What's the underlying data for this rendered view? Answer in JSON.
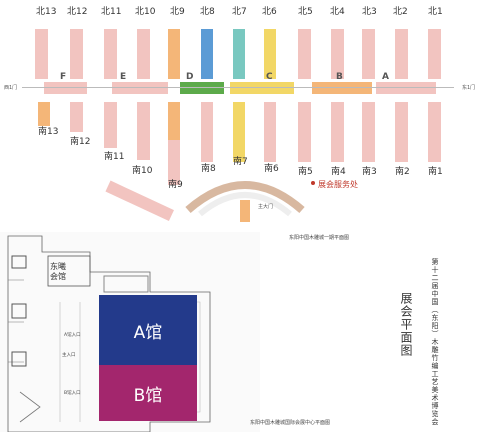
{
  "north_labels": [
    "北13",
    "北12",
    "北11",
    "北10",
    "北9",
    "北8",
    "北7",
    "北6",
    "北5",
    "北4",
    "北3",
    "北2",
    "北1"
  ],
  "south_labels": [
    "南13",
    "南12",
    "南11",
    "南10",
    "南9",
    "南8",
    "南7",
    "南6",
    "南5",
    "南4",
    "南3",
    "南2",
    "南1"
  ],
  "hall_letters": [
    "F",
    "E",
    "D",
    "C",
    "B",
    "A"
  ],
  "west_gate": "西1门",
  "east_gate": "东1门",
  "service_label": "展会服务处",
  "main_gate": "主大门",
  "upper_caption": "东阳中国木雕城一期平面图",
  "lower_caption": "东阳中国木雕城国际会展中心平面图",
  "side_title_small": "第十二届中国（东阳）木雕竹编工艺美术博览会",
  "side_title_big": "展会平面图",
  "building_label": "东曦会馆",
  "hall_a": "A馆",
  "hall_b": "B馆",
  "entrance_labels": [
    "主入口",
    "A馆入口",
    "B馆入口"
  ],
  "colors": {
    "pink": "#f2c4c0",
    "orange": "#f4b678",
    "blue": "#5b9bd5",
    "teal": "#79c8c0",
    "yellow": "#f2d766",
    "green": "#5caa4a",
    "hall_a": "#233a8b",
    "hall_b": "#a3266d",
    "service_red": "#c0392b"
  }
}
